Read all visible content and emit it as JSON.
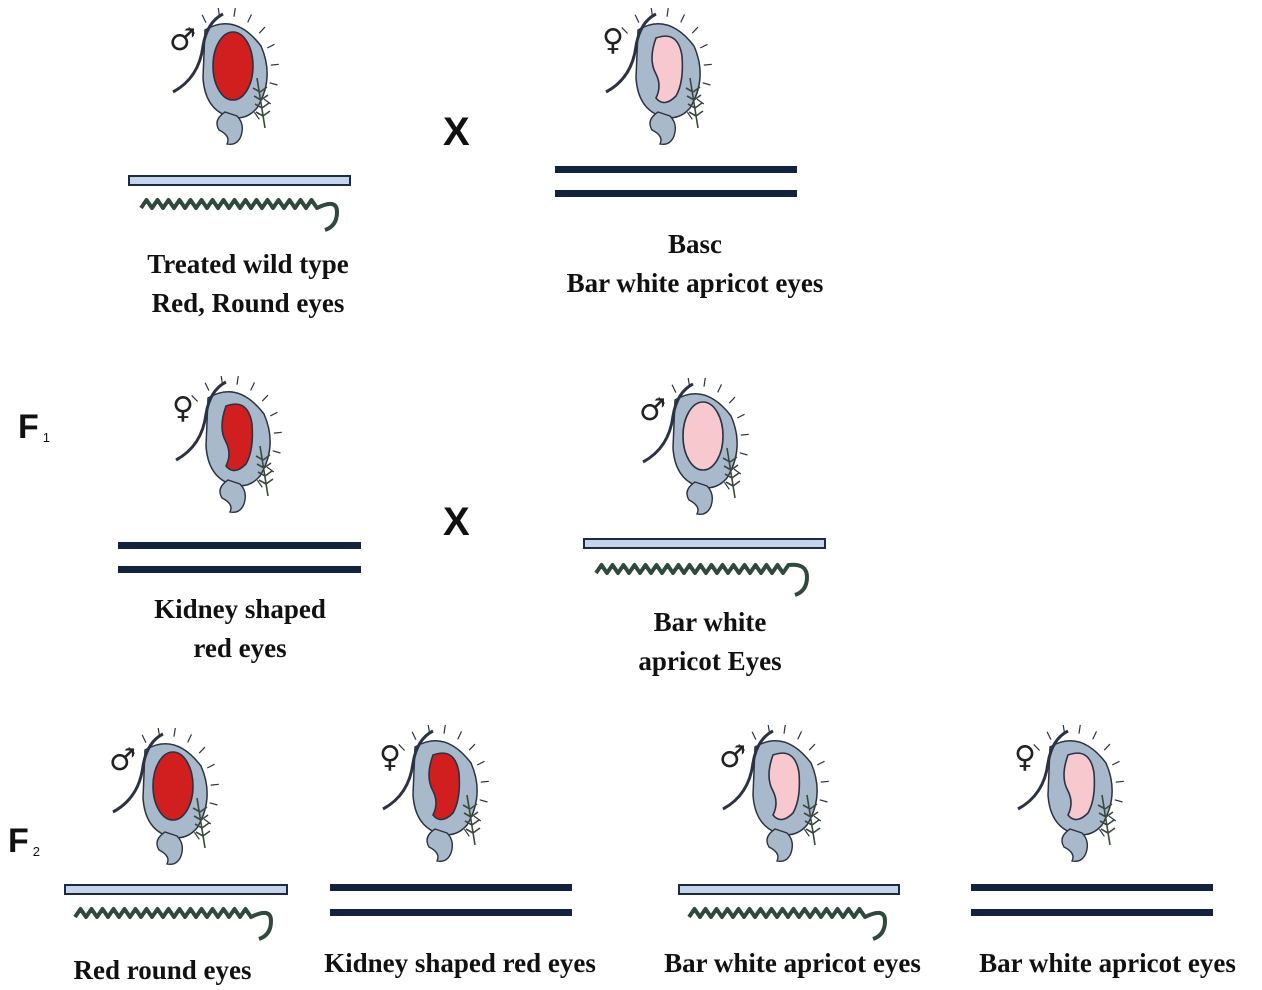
{
  "symbols": {
    "male": "♂",
    "female": "♀",
    "cross": "X"
  },
  "generations": {
    "f_letter": "F",
    "f1_sub": "1",
    "f2_sub": "2"
  },
  "parents": {
    "male": {
      "line1": "Treated wild type",
      "line2": "Red, Round eyes",
      "eye": "red-round"
    },
    "female": {
      "line1": "Basc",
      "line2": "Bar white  apricot eyes",
      "eye": "apricot-kidney"
    }
  },
  "f1": {
    "female": {
      "line1": "Kidney shaped",
      "line2": "red eyes",
      "eye": "red-kidney"
    },
    "male": {
      "line1": "Bar white",
      "line2": "apricot Eyes",
      "eye": "apricot-round"
    }
  },
  "f2": [
    {
      "label": "Red round eyes",
      "sex": "male",
      "eye": "red-round"
    },
    {
      "label": "Kidney shaped  red eyes",
      "sex": "female",
      "eye": "red-kidney"
    },
    {
      "label": "Bar white  apricot eyes",
      "sex": "male",
      "eye": "apricot-kidney"
    },
    {
      "label": "Bar white  apricot eyes",
      "sex": "female",
      "eye": "apricot-kidney"
    }
  ],
  "colors": {
    "red_eye": "#d11f1f",
    "apricot_eye": "#f7c9cf",
    "body": "#a9b9cc",
    "outline": "#2b3342",
    "x_fill": "#c6d4ea",
    "bar": "#13223e"
  }
}
